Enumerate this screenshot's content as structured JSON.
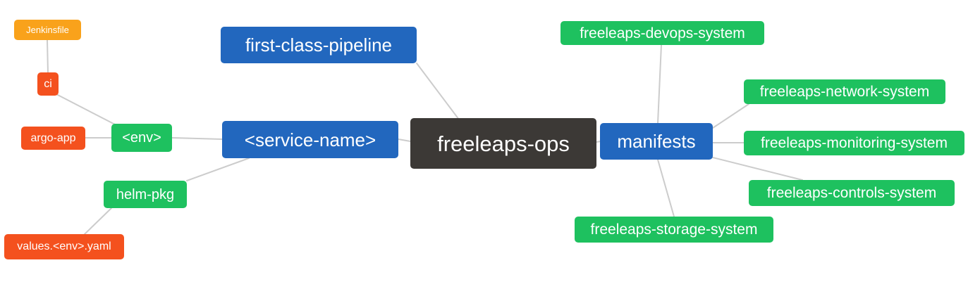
{
  "diagram": {
    "type": "mindmap",
    "root_label": "freeleaps-ops",
    "colors": {
      "root": "#3C3936",
      "primary": "#2267BE",
      "secondary": "#1EC15F",
      "alert": "#F4511E",
      "accent": "#F9A21B",
      "edge": "#CCCCCC",
      "node_text": "#FFFFFF",
      "background": "#FFFFFF"
    },
    "nodes": [
      {
        "id": "jenkinsfile",
        "label": "Jenkinsfile",
        "role": "accent"
      },
      {
        "id": "ci",
        "label": "ci",
        "role": "alert"
      },
      {
        "id": "argo-app",
        "label": "argo-app",
        "role": "alert"
      },
      {
        "id": "env",
        "label": "<env>",
        "role": "secondary"
      },
      {
        "id": "helm-pkg",
        "label": "helm-pkg",
        "role": "secondary"
      },
      {
        "id": "values-env-yaml",
        "label": "values.<env>.yaml",
        "role": "alert"
      },
      {
        "id": "first-class-pipeline",
        "label": "first-class-pipeline",
        "role": "primary"
      },
      {
        "id": "service-name",
        "label": "<service-name>",
        "role": "primary"
      },
      {
        "id": "freeleaps-ops",
        "label": "freeleaps-ops",
        "role": "root"
      },
      {
        "id": "manifests",
        "label": "manifests",
        "role": "primary"
      },
      {
        "id": "freeleaps-devops-system",
        "label": "freeleaps-devops-system",
        "role": "secondary"
      },
      {
        "id": "freeleaps-network-system",
        "label": "freeleaps-network-system",
        "role": "secondary"
      },
      {
        "id": "freeleaps-monitoring-system",
        "label": "freeleaps-monitoring-system",
        "role": "secondary"
      },
      {
        "id": "freeleaps-controls-system",
        "label": "freeleaps-controls-system",
        "role": "secondary"
      },
      {
        "id": "freeleaps-storage-system",
        "label": "freeleaps-storage-system",
        "role": "secondary"
      }
    ],
    "edges": [
      {
        "from": "jenkinsfile",
        "to": "ci"
      },
      {
        "from": "ci",
        "to": "env"
      },
      {
        "from": "argo-app",
        "to": "env"
      },
      {
        "from": "env",
        "to": "service-name"
      },
      {
        "from": "service-name",
        "to": "helm-pkg"
      },
      {
        "from": "helm-pkg",
        "to": "values-env-yaml"
      },
      {
        "from": "first-class-pipeline",
        "to": "freeleaps-ops"
      },
      {
        "from": "service-name",
        "to": "freeleaps-ops"
      },
      {
        "from": "freeleaps-ops",
        "to": "manifests"
      },
      {
        "from": "manifests",
        "to": "freeleaps-devops-system"
      },
      {
        "from": "manifests",
        "to": "freeleaps-network-system"
      },
      {
        "from": "manifests",
        "to": "freeleaps-monitoring-system"
      },
      {
        "from": "manifests",
        "to": "freeleaps-controls-system"
      },
      {
        "from": "manifests",
        "to": "freeleaps-storage-system"
      }
    ]
  }
}
